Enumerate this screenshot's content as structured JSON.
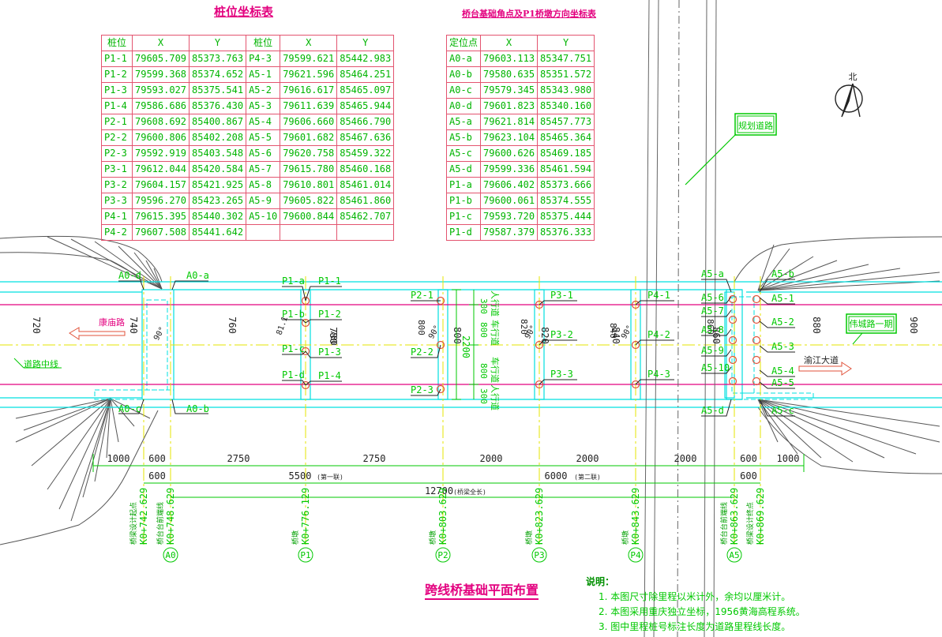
{
  "pile_table": {
    "title": "桩位坐标表",
    "headers": [
      "桩位",
      "X",
      "Y",
      "桩位",
      "X",
      "Y"
    ],
    "rows": [
      [
        "P1-1",
        "79605.709",
        "85373.763",
        "P4-3",
        "79599.621",
        "85442.983"
      ],
      [
        "P1-2",
        "79599.368",
        "85374.652",
        "A5-1",
        "79621.596",
        "85464.251"
      ],
      [
        "P1-3",
        "79593.027",
        "85375.541",
        "A5-2",
        "79616.617",
        "85465.097"
      ],
      [
        "P1-4",
        "79586.686",
        "85376.430",
        "A5-3",
        "79611.639",
        "85465.944"
      ],
      [
        "P2-1",
        "79608.692",
        "85400.867",
        "A5-4",
        "79606.660",
        "85466.790"
      ],
      [
        "P2-2",
        "79600.806",
        "85402.208",
        "A5-5",
        "79601.682",
        "85467.636"
      ],
      [
        "P2-3",
        "79592.919",
        "85403.548",
        "A5-6",
        "79620.758",
        "85459.322"
      ],
      [
        "P3-1",
        "79612.044",
        "85420.584",
        "A5-7",
        "79615.780",
        "85460.168"
      ],
      [
        "P3-2",
        "79604.157",
        "85421.925",
        "A5-8",
        "79610.801",
        "85461.014"
      ],
      [
        "P3-3",
        "79596.270",
        "85423.265",
        "A5-9",
        "79605.822",
        "85461.860"
      ],
      [
        "P4-1",
        "79615.395",
        "85440.302",
        "A5-10",
        "79600.844",
        "85462.707"
      ],
      [
        "P4-2",
        "79607.508",
        "85441.642",
        "",
        "",
        ""
      ]
    ]
  },
  "corner_table": {
    "title": "桥台基础角点及P1桥墩方向坐标表",
    "headers": [
      "定位点",
      "X",
      "Y"
    ],
    "rows": [
      [
        "A0-a",
        "79603.113",
        "85347.751"
      ],
      [
        "A0-b",
        "79580.635",
        "85351.572"
      ],
      [
        "A0-c",
        "79579.345",
        "85343.980"
      ],
      [
        "A0-d",
        "79601.823",
        "85340.160"
      ],
      [
        "A5-a",
        "79621.814",
        "85457.773"
      ],
      [
        "A5-b",
        "79623.104",
        "85465.364"
      ],
      [
        "A5-c",
        "79600.626",
        "85469.185"
      ],
      [
        "A5-d",
        "79599.336",
        "85461.594"
      ],
      [
        "P1-a",
        "79606.402",
        "85373.666"
      ],
      [
        "P1-b",
        "79600.061",
        "85374.555"
      ],
      [
        "P1-c",
        "79593.720",
        "85375.444"
      ],
      [
        "P1-d",
        "79587.379",
        "85376.333"
      ]
    ]
  },
  "north": "北",
  "roads": {
    "planned": "规划道路",
    "kangmiao": "康庙路",
    "weicheng": "伟城路一期",
    "yujiang": "渝江大道",
    "centerline": "道路中线"
  },
  "elevations": [
    "720",
    "740",
    "760",
    "780",
    "800",
    "820",
    "840",
    "860",
    "880",
    "900"
  ],
  "pile_labels": {
    "p1": [
      "P1-a",
      "P1-1",
      "P1-b",
      "P1-2",
      "P1-c",
      "P1-3",
      "P1-d",
      "P1-4"
    ],
    "p2": [
      "P2-1",
      "P2-2",
      "P2-3"
    ],
    "p3": [
      "P3-1",
      "P3-2",
      "P3-3"
    ],
    "p4": [
      "P4-1",
      "P4-2",
      "P4-3"
    ],
    "a0": [
      "A0-d",
      "A0-a",
      "A0-c",
      "A0-b"
    ],
    "a5_left": [
      "A5-a",
      "A5-6",
      "A5-7",
      "A5-8",
      "A5-9",
      "A5-10",
      "A5-d"
    ],
    "a5_right": [
      "A5-b",
      "A5-1",
      "A5-2",
      "A5-3",
      "A5-4",
      "A5-5",
      "A5-c"
    ]
  },
  "angle_labels": [
    "90°",
    "81.1",
    "90°",
    "90°",
    "90°"
  ],
  "cross_dims": {
    "d1": "800",
    "d2": "800",
    "d3": "800",
    "d4": "300",
    "d5": "300",
    "total": "2200",
    "p1_780": "780",
    "p2_800": "800",
    "p3_820": "820",
    "p4_840": "840",
    "a5_860": "860",
    "lane1": "人行道",
    "lane2": "车行道",
    "lane3": "车行道",
    "lane4": "人行道"
  },
  "dims_row1": [
    "1000",
    "600",
    "2750",
    "2750",
    "2000",
    "2000",
    "2000",
    "600",
    "1000"
  ],
  "dims_row2": [
    "600",
    "5500",
    "(第一联)",
    "6000",
    "(第二联)",
    "600"
  ],
  "dims_row3": [
    "12700",
    "(桥梁全长)"
  ],
  "stations": [
    {
      "note": "桥梁设计起点",
      "station": "K0+742.629"
    },
    {
      "note": "桥台台前端线",
      "station": "K0+748.629"
    },
    {
      "note": "桥墩",
      "station": "K0+776.129"
    },
    {
      "note": "桥墩",
      "station": "K0+803.629"
    },
    {
      "note": "桥墩",
      "station": "K0+823.629"
    },
    {
      "note": "桥墩",
      "station": "K0+843.629"
    },
    {
      "note": "桥台台前端线",
      "station": "K0+863.629"
    },
    {
      "note": "桥梁设计终点",
      "station": "K0+869.629"
    }
  ],
  "axes": [
    "A0",
    "P1",
    "P2",
    "P3",
    "P4",
    "A5"
  ],
  "plan_title": "跨线桥基础平面布置",
  "notes": {
    "heading": "说明：",
    "items": [
      "1. 本图尺寸除里程以米计外，余均以厘米计。",
      "2. 本图采用重庆独立坐标，1956黄海高程系统。",
      "3. 图中里程桩号标注长度为道路里程线长度。"
    ]
  },
  "colors": {
    "cyan": "#00e0e0",
    "green": "#00c800",
    "magenta": "#e3007f",
    "yellow": "#e6e600",
    "red": "#e0523a",
    "table_border": "#e3546f"
  }
}
